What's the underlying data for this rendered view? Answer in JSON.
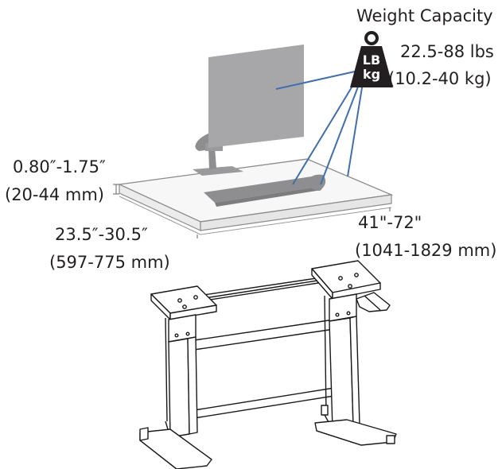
{
  "labels": {
    "weight_title": "Weight Capacity",
    "weight_lbs": "22.5-88 lbs",
    "weight_kg": "(10.2-40 kg)",
    "thickness_in": "0.80″-1.75″",
    "thickness_mm": "(20-44 mm)",
    "depth_in": "23.5″-30.5″",
    "depth_mm": "(597-775 mm)",
    "width_in": "41\"-72\"",
    "width_mm": "(1041-1829 mm)"
  },
  "weight_icon": {
    "icon": "weight-icon",
    "top_text": "LB",
    "bottom_text": "kg"
  },
  "colors": {
    "leader_line": "#3f6fae",
    "monitor": "#a7a7a9",
    "monitor_arm": "#9a9a9c",
    "keyboard": "#8e8e90",
    "desk_outline": "#7a7a7a",
    "weight": "#231f20",
    "frame_line": "#1a1a1a"
  }
}
